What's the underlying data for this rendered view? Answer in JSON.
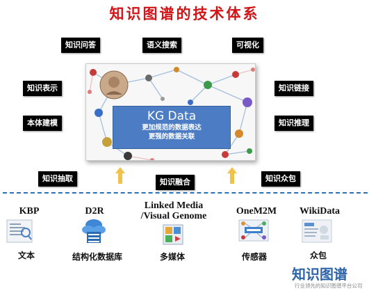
{
  "title": "知识图谱的技术体系",
  "tags": {
    "qa": "知识问答",
    "semantic_search": "语义搜索",
    "visualization": "可视化",
    "representation": "知识表示",
    "linking": "知识链接",
    "ontology": "本体建模",
    "reasoning": "知识推理",
    "extraction": "知识抽取",
    "fusion": "知识融合",
    "crowdsourcing": "知识众包"
  },
  "center": {
    "heading": "KG Data",
    "line1": "更加规范的数据表达",
    "line2": "更强的数据关联"
  },
  "sources": [
    {
      "title": "KBP",
      "label": "文本",
      "icon": "document-icon"
    },
    {
      "title": "D2R",
      "label": "结构化数据库",
      "icon": "database-icon"
    },
    {
      "title_line1": "Linked Media",
      "title_line2": "/Visual Genome",
      "label": "多媒体",
      "icon": "multimedia-icon"
    },
    {
      "title": "OneM2M",
      "label": "传感器",
      "icon": "sensor-icon"
    },
    {
      "title": "WikiData",
      "label": "众包",
      "icon": "wiki-icon"
    }
  ],
  "watermark": {
    "brand": "知识图谱",
    "tagline": "行业领先的知识图谱平台公司"
  },
  "colors": {
    "title": "#d01418",
    "tag_bg": "#000000",
    "kg_box": "#4b7cc4",
    "arrow": "#f2c14a",
    "dashed_line": "#2b6fb5"
  }
}
